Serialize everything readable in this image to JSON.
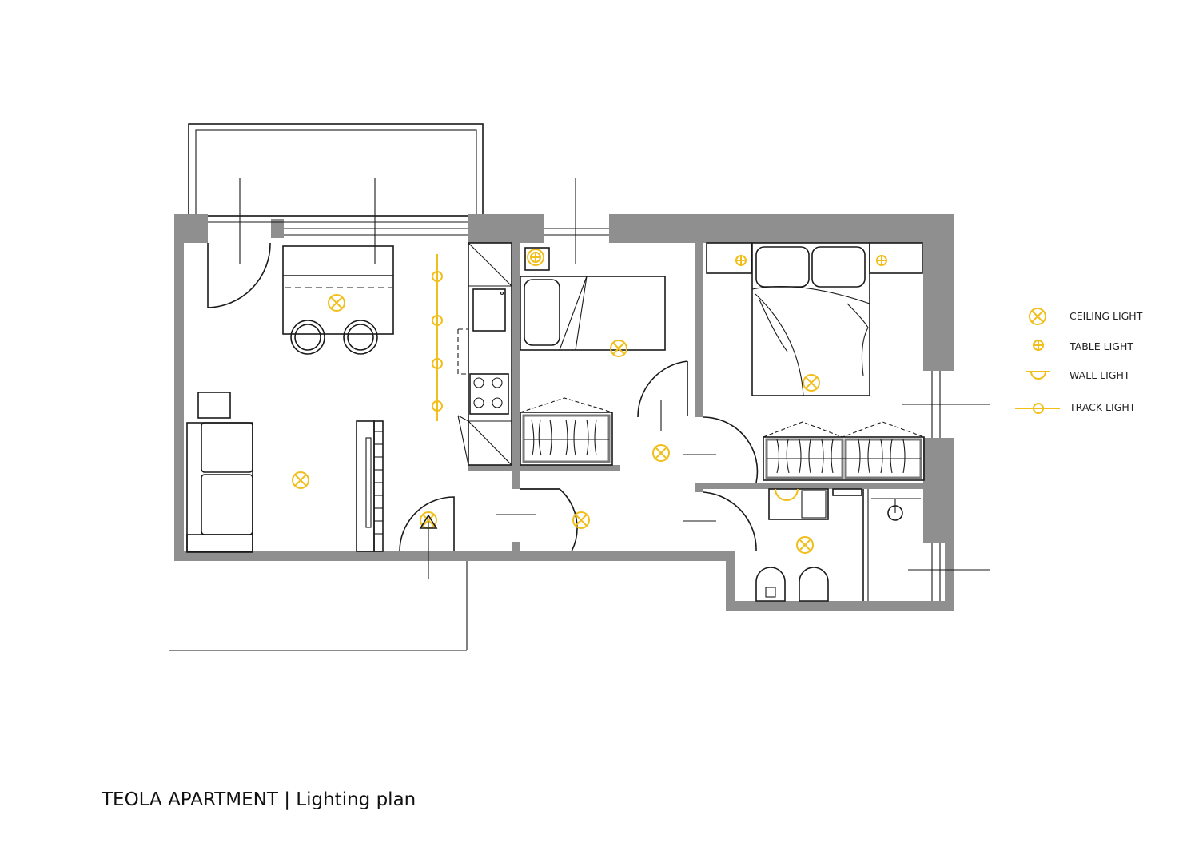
{
  "caption": "TEOLA APARTMENT | Lighting plan",
  "legend": [
    {
      "symbol": "ceiling-light",
      "label": "CEILING LIGHT"
    },
    {
      "symbol": "table-light",
      "label": "TABLE LIGHT"
    },
    {
      "symbol": "wall-light",
      "label": "WALL LIGHT"
    },
    {
      "symbol": "track-light",
      "label": "TRACK LIGHT"
    }
  ],
  "colors": {
    "light_symbol": "#f2be1a",
    "wall": "#8f8f8f",
    "line": "#1a1a1a"
  }
}
